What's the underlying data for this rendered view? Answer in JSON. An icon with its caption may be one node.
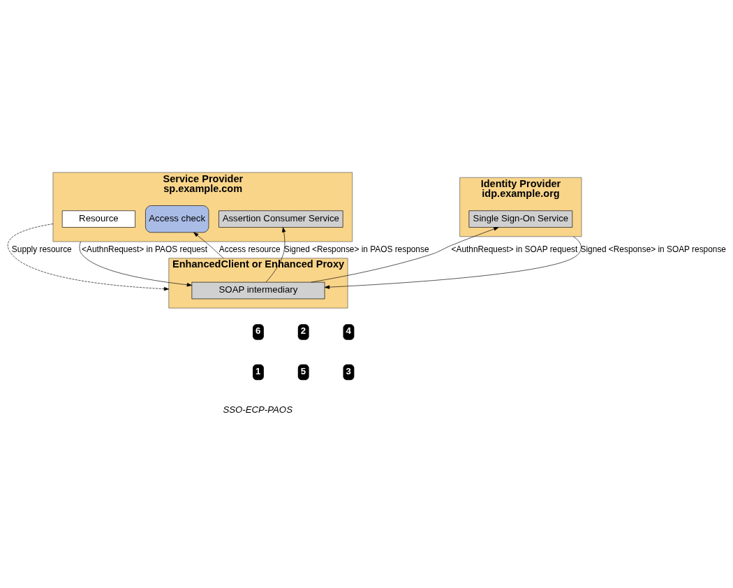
{
  "diagram": {
    "nodes": [
      {
        "text": [
          "Service Provider",
          "sp.example.com"
        ]
      },
      {
        "text": [
          "Resource"
        ],
        "in": 0
      },
      {
        "text": [
          "Access check"
        ],
        "in": 0
      },
      {
        "text": [
          "Assertion Consumer Service"
        ],
        "in": 0
      },
      {
        "text": [
          "Identity Provider",
          "idp.example.org"
        ]
      },
      {
        "text": [
          "Single Sign-On Service"
        ],
        "in": 4
      },
      {
        "text": [
          "EnhancedClient or Enhanced Proxy"
        ]
      },
      {
        "text": [
          "SOAP intermediary"
        ],
        "in": 6
      }
    ],
    "edges": [
      {
        "from": 6,
        "to": 2,
        "arrow": "to",
        "label": "Access resource"
      },
      {
        "from": 0,
        "to": 6,
        "arrow": "to",
        "label": "Supply resource",
        "style": "dashed"
      },
      {
        "from": 0,
        "to": 7,
        "arrow": "to",
        "label": "<AuthnRequest> in PAOS request"
      },
      {
        "from": 7,
        "to": 5,
        "arrow": "to",
        "label": "<AuthnRequest> in SOAP request"
      },
      {
        "from": 4,
        "to": 7,
        "arrow": "to",
        "label": "Signed <Response> in SOAP response"
      },
      {
        "from": 7,
        "to": 3,
        "arrow": "to",
        "label": "Signed <Response> in PAOS response"
      }
    ],
    "labels": [
      "6",
      "2",
      "4",
      "1",
      "5",
      "3",
      "SSO-ECP-PAOS"
    ]
  }
}
